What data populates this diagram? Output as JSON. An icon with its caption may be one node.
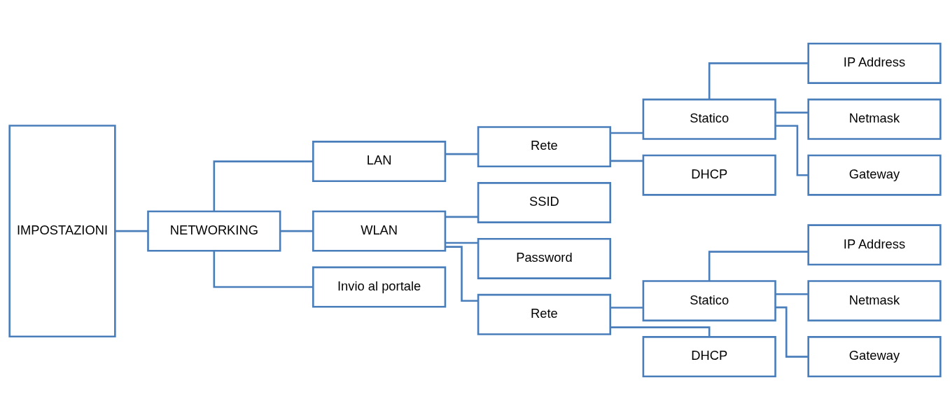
{
  "diagram": {
    "nodes": [
      {
        "text": [
          "IMPOSTAZIONI"
        ]
      },
      {
        "text": [
          "NETWORKING"
        ]
      },
      {
        "text": [
          "LAN"
        ]
      },
      {
        "text": [
          "WLAN"
        ]
      },
      {
        "text": [
          "Invio al portale"
        ]
      },
      {
        "text": [
          "Rete"
        ]
      },
      {
        "text": [
          "SSID"
        ]
      },
      {
        "text": [
          "Password"
        ]
      },
      {
        "text": [
          "Rete"
        ]
      },
      {
        "text": [
          "Statico"
        ]
      },
      {
        "text": [
          "DHCP"
        ]
      },
      {
        "text": [
          "IP Address"
        ]
      },
      {
        "text": [
          "Netmask"
        ]
      },
      {
        "text": [
          "Gateway"
        ]
      },
      {
        "text": [
          "Statico"
        ]
      },
      {
        "text": [
          "DHCP"
        ]
      },
      {
        "text": [
          "IP Address"
        ]
      },
      {
        "text": [
          "Netmask"
        ]
      },
      {
        "text": [
          "Gateway"
        ]
      }
    ],
    "edges": [
      {
        "from": 0,
        "to": 1,
        "arrow": "none"
      },
      {
        "from": 1,
        "to": 2,
        "arrow": "none"
      },
      {
        "from": 1,
        "to": 3,
        "arrow": "none"
      },
      {
        "from": 1,
        "to": 4,
        "arrow": "none"
      },
      {
        "from": 2,
        "to": 5,
        "arrow": "none"
      },
      {
        "from": 3,
        "to": 6,
        "arrow": "none"
      },
      {
        "from": 3,
        "to": 7,
        "arrow": "none"
      },
      {
        "from": 3,
        "to": 8,
        "arrow": "none"
      },
      {
        "from": 5,
        "to": 9,
        "arrow": "none"
      },
      {
        "from": 5,
        "to": 10,
        "arrow": "none"
      },
      {
        "from": 9,
        "to": 11,
        "arrow": "none"
      },
      {
        "from": 9,
        "to": 12,
        "arrow": "none"
      },
      {
        "from": 9,
        "to": 13,
        "arrow": "none"
      },
      {
        "from": 8,
        "to": 14,
        "arrow": "none"
      },
      {
        "from": 8,
        "to": 15,
        "arrow": "none"
      },
      {
        "from": 14,
        "to": 16,
        "arrow": "none"
      },
      {
        "from": 14,
        "to": 17,
        "arrow": "none"
      },
      {
        "from": 14,
        "to": 18,
        "arrow": "none"
      }
    ]
  }
}
